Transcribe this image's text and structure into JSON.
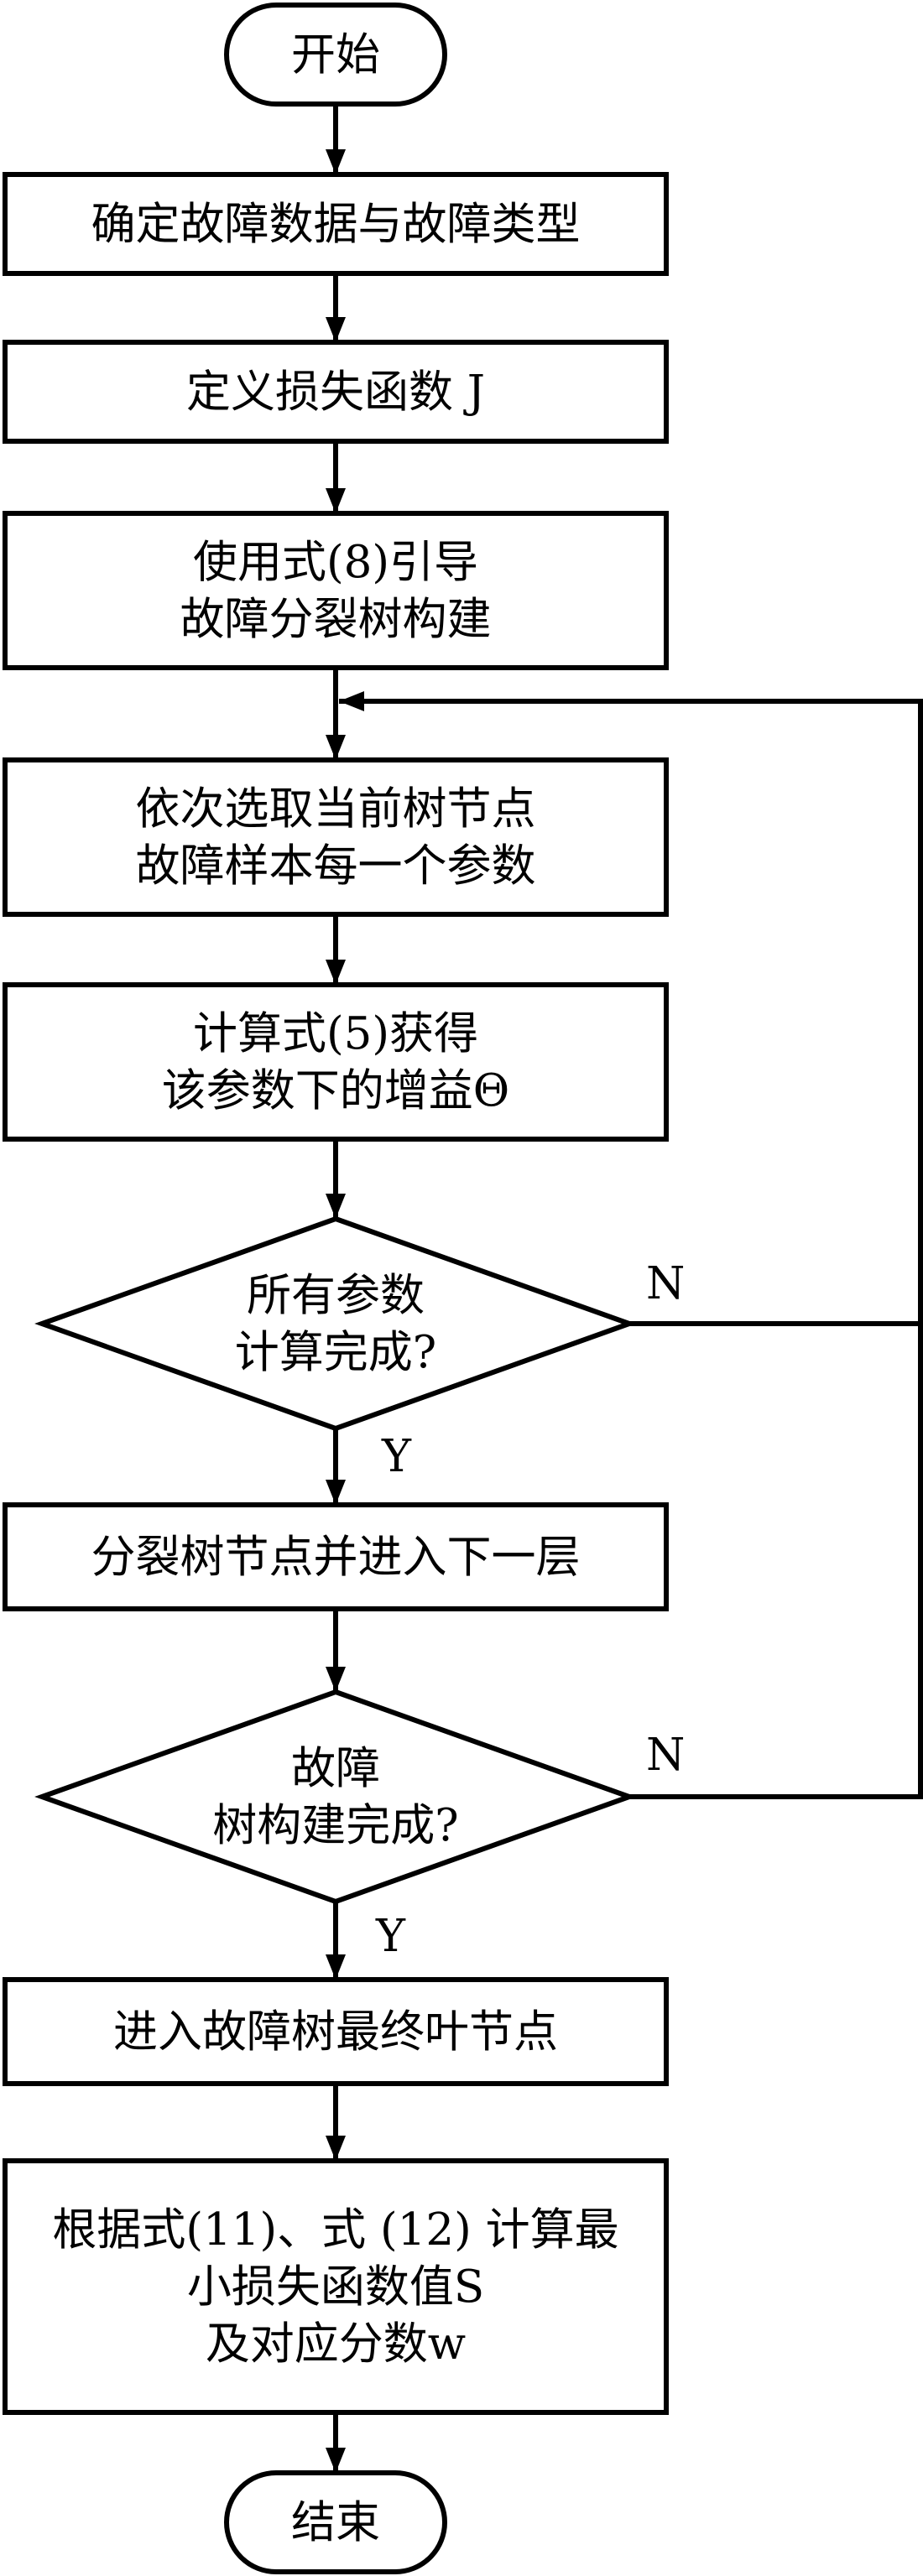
{
  "nodes": [
    {
      "id": "start",
      "lines": [
        "开始"
      ]
    },
    {
      "id": "define-data",
      "lines": [
        "确定故障数据与故障类型"
      ]
    },
    {
      "id": "define-loss",
      "lines": [
        "定义损失函数 J"
      ]
    },
    {
      "id": "guide-build",
      "lines": [
        "使用式(8)引导",
        "故障分裂树构建"
      ]
    },
    {
      "id": "select-params",
      "lines": [
        "依次选取当前树节点",
        "故障样本每一个参数"
      ]
    },
    {
      "id": "compute-gain",
      "lines": [
        "计算式(5)获得",
        "该参数下的增益Θ"
      ]
    },
    {
      "id": "decision-params",
      "lines": [
        "所有参数",
        "计算完成?"
      ]
    },
    {
      "id": "split-node",
      "lines": [
        "分裂树节点并进入下一层"
      ]
    },
    {
      "id": "decision-tree",
      "lines": [
        "故障",
        "树构建完成?"
      ]
    },
    {
      "id": "final-leaf",
      "lines": [
        "进入故障树最终叶节点"
      ]
    },
    {
      "id": "compute-min-loss",
      "lines": [
        "根据式(11)、式 (12) 计算最",
        "小损失函数值S",
        "及对应分数w"
      ]
    },
    {
      "id": "end",
      "lines": [
        "结束"
      ]
    }
  ],
  "branch_labels": {
    "yes": "Y",
    "no": "N"
  }
}
